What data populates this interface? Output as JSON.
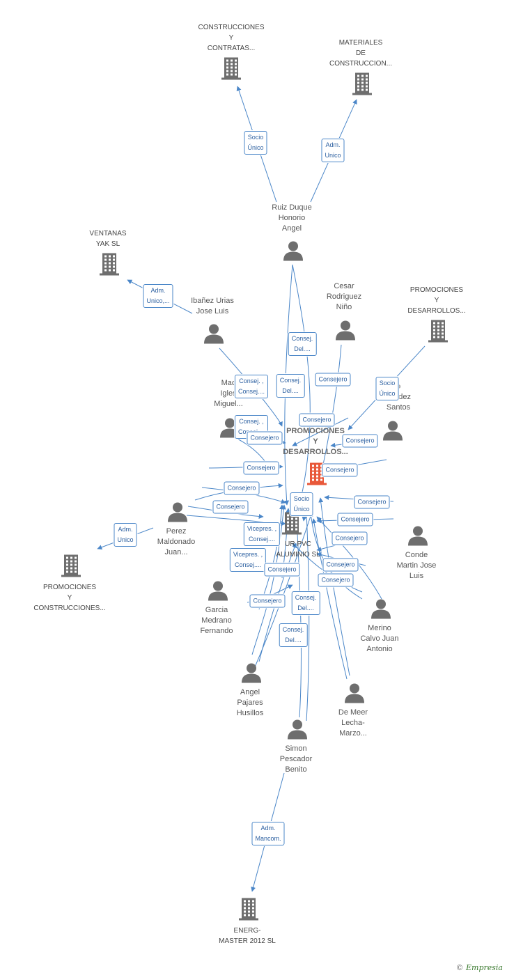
{
  "colors": {
    "edge": "#4a86c8",
    "node": "#6e6e6e",
    "center": "#e8583a"
  },
  "nodes": {
    "n1": {
      "type": "company",
      "lines": [
        "CONSTRUCCIONES",
        "Y",
        "CONTRATAS..."
      ]
    },
    "n2": {
      "type": "company",
      "lines": [
        "MATERIALES",
        "DE",
        "CONSTRUCCION..."
      ]
    },
    "n3": {
      "type": "person",
      "lines": [
        "Ruiz Duque",
        "Honorio",
        "Angel"
      ]
    },
    "n4": {
      "type": "company",
      "lines": [
        "VENTANAS",
        "YAK SL"
      ]
    },
    "n5": {
      "type": "person",
      "lines": [
        "Ibañez Urias",
        "Jose Luis"
      ]
    },
    "n6": {
      "type": "person",
      "lines": [
        "Cesar",
        "Rodriguez",
        "Niño"
      ]
    },
    "n7": {
      "type": "company",
      "lines": [
        "PROMOCIONES",
        "Y",
        "DESARROLLOS..."
      ]
    },
    "n8": {
      "type": "person",
      "lines": [
        "Mac",
        "Igles",
        "Miguel..."
      ]
    },
    "n9": {
      "type": "person",
      "lines": [
        "o",
        "nandez",
        "Santos"
      ]
    },
    "n10": {
      "type": "center",
      "lines": [
        "PROMOCIONES",
        "Y",
        "DESARROLLOS..."
      ]
    },
    "n11": {
      "type": "person",
      "lines": [
        "Perez",
        "Maldonado",
        "Juan..."
      ]
    },
    "n12": {
      "type": "company",
      "lines": [
        "UR PVC",
        "ALUMINIO SL"
      ]
    },
    "n13": {
      "type": "person",
      "lines": [
        "Conde",
        "Martin Jose",
        "Luis"
      ]
    },
    "n14": {
      "type": "company",
      "lines": [
        "PROMOCIONES",
        "Y",
        "CONSTRUCCIONES..."
      ]
    },
    "n15": {
      "type": "person",
      "lines": [
        "Garcia",
        "Medrano",
        "Fernando"
      ]
    },
    "n16": {
      "type": "person",
      "lines": [
        "Merino",
        "Calvo Juan",
        "Antonio"
      ]
    },
    "n17": {
      "type": "person",
      "lines": [
        "Angel",
        "Pajares",
        "Husillos"
      ]
    },
    "n18": {
      "type": "person",
      "lines": [
        "De Meer",
        "Lecha-",
        "Marzo..."
      ]
    },
    "n19": {
      "type": "person",
      "lines": [
        "Simon",
        "Pescador",
        "Benito"
      ]
    },
    "n20": {
      "type": "company",
      "lines": [
        "ENERG-",
        "MASTER 2012 SL"
      ]
    }
  },
  "edge_labels": [
    [
      "Socio",
      "Único"
    ],
    [
      "Adm.",
      "Unico"
    ],
    [
      "Adm.",
      "Unico,..."
    ],
    [
      "Consej.",
      "Del...."
    ],
    [
      "Consej. ,",
      "Consej...."
    ],
    [
      "Consej.",
      "Del...."
    ],
    [
      "Consejero"
    ],
    [
      "Socio",
      "Único"
    ],
    [
      "Consej. ,",
      "Consej...."
    ],
    [
      "Consejero"
    ],
    [
      "Consejero"
    ],
    [
      "Consejero"
    ],
    [
      "Consejero"
    ],
    [
      "Consejero"
    ],
    [
      "Consejero"
    ],
    [
      "Socio",
      "Único"
    ],
    [
      "Adm.",
      "Unico"
    ],
    [
      "Consejero"
    ],
    [
      "Vicepres. ,",
      "Consej...."
    ],
    [
      "Consejero"
    ],
    [
      "Consejero"
    ],
    [
      "Vicepres. ,",
      "Consej...."
    ],
    [
      "Consejero"
    ],
    [
      "Consejero"
    ],
    [
      "Consejero"
    ],
    [
      "Consej.",
      "Del...."
    ],
    [
      "Consejero"
    ],
    [
      "Consej.",
      "Del...."
    ],
    [
      "Consejero"
    ],
    [
      "Adm.",
      "Mancom."
    ]
  ],
  "footer": {
    "copyright": "©",
    "brand": "Empresia"
  }
}
